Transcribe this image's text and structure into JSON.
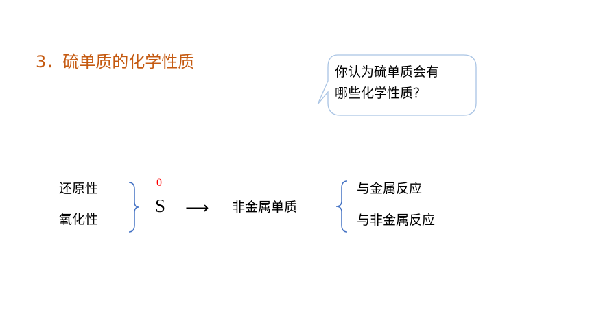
{
  "title": "3．硫单质的化学性质",
  "bubble": {
    "line1": "你认为硫单质会有",
    "line2": "哪些化学性质？"
  },
  "left_labels": {
    "reducing": "还原性",
    "oxidizing": "氧化性"
  },
  "element": {
    "symbol": "S",
    "valence": "0"
  },
  "arrow": "⟶",
  "middle": "非金属单质",
  "right_labels": {
    "with_metal": "与金属反应",
    "with_nonmetal": "与非金属反应"
  },
  "colors": {
    "title": "#C55A11",
    "valence": "#FF0000",
    "brace": "#4472C4",
    "bubble_border": "#A9C4E4"
  }
}
